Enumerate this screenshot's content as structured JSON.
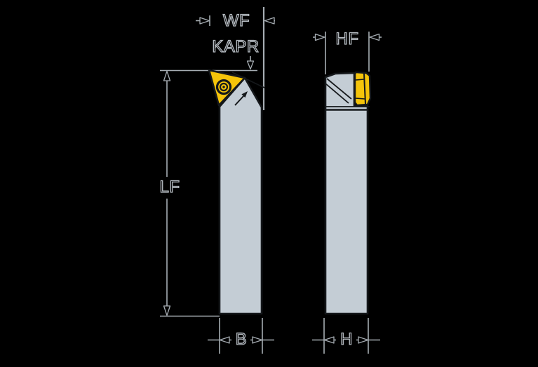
{
  "page": {
    "background_color": "#000000"
  },
  "drawing": {
    "colors": {
      "shank_fill": "#c4cdd5",
      "insert_fill": "#f5c40a",
      "part_outline": "#15181b",
      "dimension_gray": "#a6adb3"
    },
    "dimensions": {
      "wf": {
        "label": "WF"
      },
      "kapr": {
        "label": "KAPR"
      },
      "lf": {
        "label": "LF"
      },
      "b": {
        "label": "B"
      },
      "hf": {
        "label": "HF"
      },
      "h": {
        "label": "H"
      }
    }
  }
}
